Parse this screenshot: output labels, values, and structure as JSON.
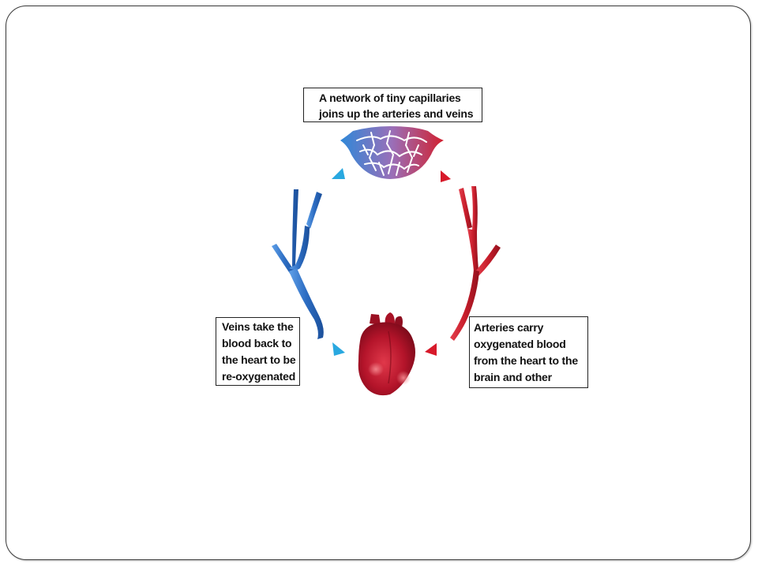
{
  "labels": {
    "capillaries": [
      "A network of tiny capillaries",
      "joins up the arteries and veins"
    ],
    "veins": [
      "Veins take the",
      "blood back to",
      "the heart to be",
      "re-oxygenated"
    ],
    "arteries": [
      "Arteries carry",
      "oxygenated blood",
      "from the heart to the",
      "brain and other"
    ]
  },
  "colors": {
    "vein_blue": "#2f6fc4",
    "artery_red": "#c8202e",
    "arrow_blue": "#29a8e0",
    "arrow_red": "#d7192a",
    "heart_red": "#b5152b"
  }
}
